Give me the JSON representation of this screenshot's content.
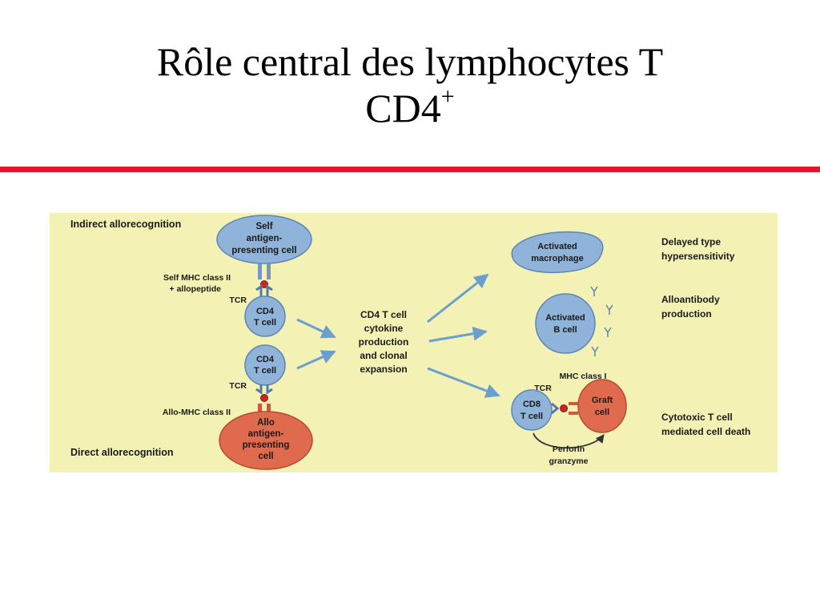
{
  "slide": {
    "title_line1": "Rôle central des lymphocytes T",
    "title_line2": "CD4",
    "title_sup": "+"
  },
  "colors": {
    "accent_rule": "#e8142e",
    "figure_bg": "#f3f1b4",
    "blue_cell": "#8fb3d9",
    "red_cell": "#e06a4e",
    "arrow": "#6a9fcf"
  },
  "diagram": {
    "indirect_label": "Indirect allorecognition",
    "direct_label": "Direct allorecognition",
    "self_apc": [
      "Self",
      "antigen-",
      "presenting cell"
    ],
    "self_mhc": [
      "Self MHC class II",
      "+ allopeptide"
    ],
    "tcr": "TCR",
    "cd4_cell": [
      "CD4",
      "T cell"
    ],
    "allo_mhc": "Allo-MHC class II",
    "allo_apc": [
      "Allo",
      "antigen-",
      "presenting",
      "cell"
    ],
    "center": [
      "CD4 T cell",
      "cytokine",
      "production",
      "and clonal",
      "expansion"
    ],
    "macrophage": [
      "Activated",
      "macrophage"
    ],
    "bcell": [
      "Activated",
      "B cell"
    ],
    "mhc_class_i": "MHC class I",
    "cd8_cell": [
      "CD8",
      "T cell"
    ],
    "graft_cell": [
      "Graft",
      "cell"
    ],
    "perforin": [
      "Perforin",
      "granzyme"
    ],
    "outcome_dth": [
      "Delayed type",
      "hypersensitivity"
    ],
    "outcome_alloantibody": [
      "Alloantibody",
      "production"
    ],
    "outcome_cytotoxic": [
      "Cytotoxic T cell",
      "mediated cell death"
    ]
  }
}
